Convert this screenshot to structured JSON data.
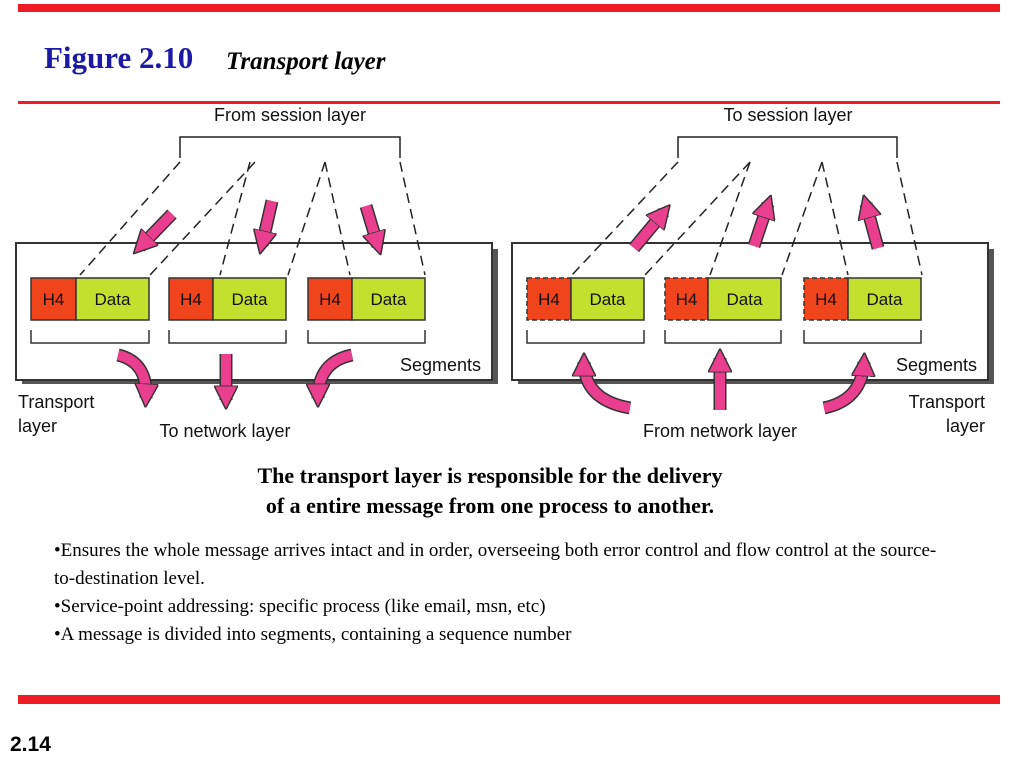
{
  "title": "Figure 2.10",
  "subtitle": "Transport layer",
  "diagram": {
    "sender": {
      "top_label": "From session layer",
      "bottom_label": "To network layer",
      "side_label": [
        "Transport",
        "layer"
      ],
      "box_label": "Segments",
      "segments": [
        {
          "header": "H4",
          "data": "Data"
        },
        {
          "header": "H4",
          "data": "Data"
        },
        {
          "header": "H4",
          "data": "Data"
        }
      ]
    },
    "receiver": {
      "top_label": "To session layer",
      "bottom_label": "From network layer",
      "side_label": [
        "Transport",
        "layer"
      ],
      "box_label": "Segments",
      "segments": [
        {
          "header": "H4",
          "data": "Data"
        },
        {
          "header": "H4",
          "data": "Data"
        },
        {
          "header": "H4",
          "data": "Data"
        }
      ]
    },
    "colors": {
      "header": "#f0441d",
      "data": "#c2e02d",
      "arrow": "#ea3f8e",
      "accent_red": "#ee1c25",
      "title_blue": "#1a1aa6"
    }
  },
  "caption": [
    "The transport layer is responsible for the delivery",
    "of a entire message from one process to another."
  ],
  "bullets": [
    "•Ensures the whole message arrives intact and in order, overseeing both error control and flow control at the source-to-destination level.",
    "•Service-point addressing: specific process (like email, msn, etc)",
    "•A message is divided into segments, containing a sequence number"
  ],
  "slide_number": "2.14"
}
